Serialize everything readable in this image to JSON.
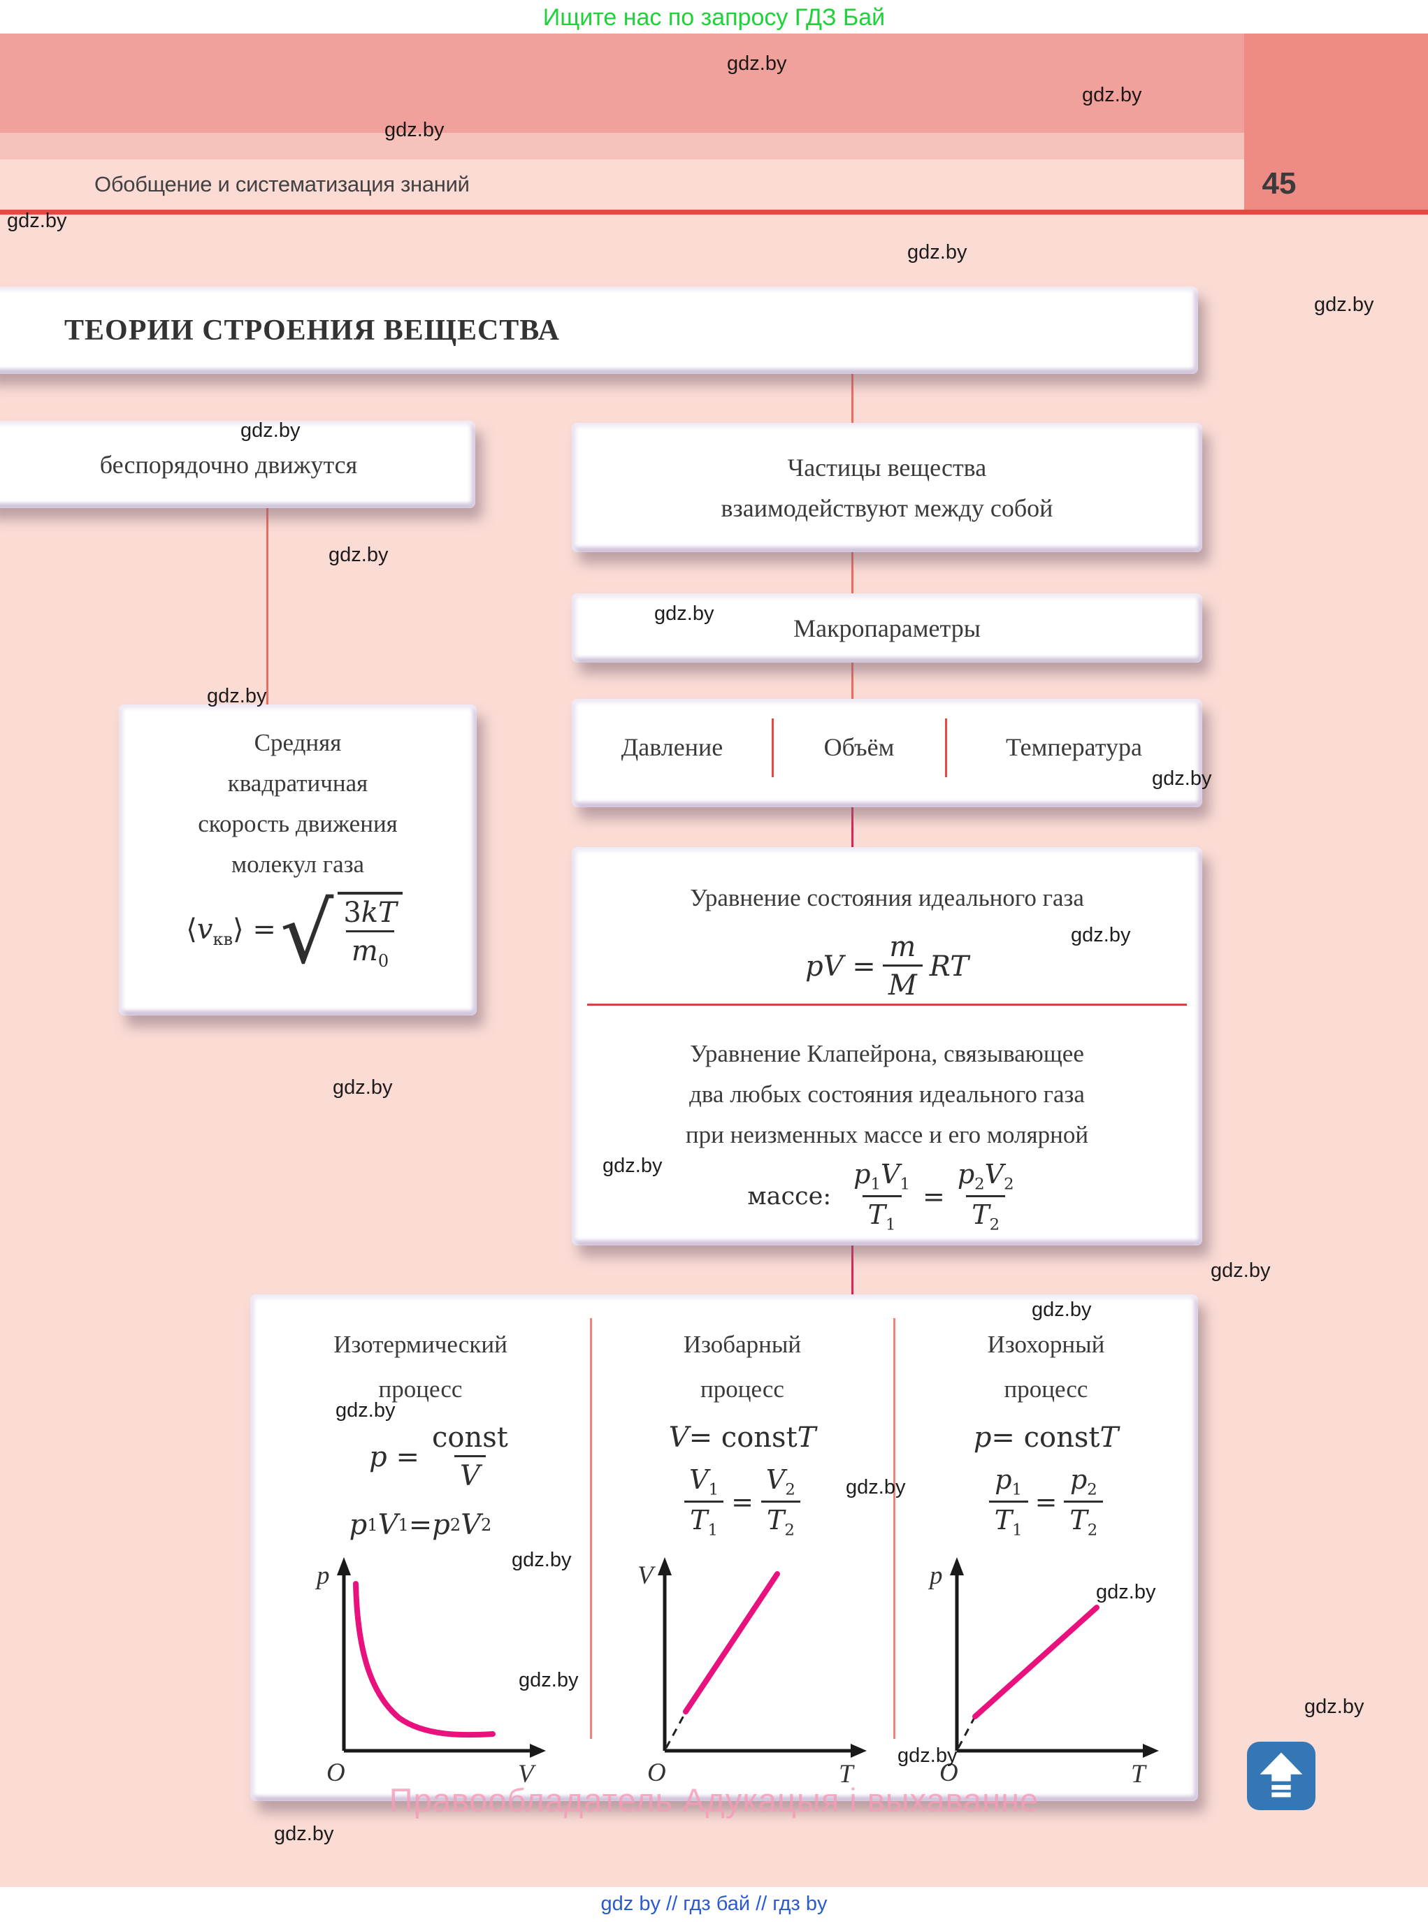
{
  "colors": {
    "page_bg": "#fbdcd5",
    "band1": "#f1a19b",
    "band2": "#f6c3bb",
    "band3": "#fcdbd4",
    "page_col": "#ef8b85",
    "rule_red": "#e04b43",
    "salmon_line": "#ea6d61",
    "crimson_line": "#d6255f",
    "box_divider": "#ef827a",
    "magenta": "#e8117d",
    "green": "#1fd23a",
    "footer_blue": "#2a5ad1",
    "pink_watermark": "#f79cb8",
    "icon_blue": "#3577b5",
    "text": "#3c3c3c"
  },
  "promo_top": "Ищите нас по запросу ГДЗ Бай",
  "watermark": "gdz.by",
  "header": {
    "title": "Обобщение и систематизация знаний",
    "page_number": "45"
  },
  "diagram": {
    "title": "ТЕОРИИ СТРОЕНИЯ ВЕЩЕСТВА",
    "random_motion": "беспорядочно движутся",
    "particles_line1": "Частицы вещества",
    "particles_line2": "взаимодействуют между собой",
    "macroparameters": "Макропараметры",
    "pressure": "Давление",
    "volume": "Объём",
    "temperature": "Температура",
    "rms": {
      "line1": "Средняя",
      "line2": "квадратичная",
      "line3": "скорость движения",
      "line4": "молекул газа",
      "lhs": "⟨<i>v</i><sub>кв</sub>⟩ =",
      "radical": "√",
      "num": "3<i>kT</i>",
      "den": "<i>m</i><sub>0</sub>"
    },
    "state": {
      "title": "Уравнение состояния идеального газа",
      "lhs": "<i>pV</i> =",
      "num": "<i>m</i>",
      "den": "<i>M</i>",
      "rhs": "<i>RT</i>",
      "clapeyron1": "Уравнение Клапейрона, связывающее",
      "clapeyron2": "два любых состояния идеального газа",
      "clapeyron3": "при неизменных массе и его молярной",
      "mass_label": "массе:",
      "f1num": "<i>p</i><sub>1</sub><i>V</i><sub>1</sub>",
      "f1den": "<i>T</i><sub>1</sub>",
      "eq": "=",
      "f2num": "<i>p</i><sub>2</sub><i>V</i><sub>2</sub>",
      "f2den": "<i>T</i><sub>2</sub>"
    },
    "processes": [
      {
        "title1": "Изотермический",
        "title2": "процесс",
        "eq1_lhs": "<i>p</i> =",
        "eq1_num": "const",
        "eq1_den": "<i>V</i>",
        "eq2": "<i>p</i><sub>1</sub><i>V</i><sub>1</sub> = <i>p</i><sub>2</sub><i>V</i><sub>2</sub>",
        "y_label": "p",
        "x_label": "V",
        "origin": "O"
      },
      {
        "title1": "Изобарный",
        "title2": "процесс",
        "eq1": "<i>V</i> = const <i>T</i>",
        "f1num": "<i>V</i><sub>1</sub>",
        "f1den": "<i>T</i><sub>1</sub>",
        "eq": "=",
        "f2num": "<i>V</i><sub>2</sub>",
        "f2den": "<i>T</i><sub>2</sub>",
        "y_label": "V",
        "x_label": "T",
        "origin": "O"
      },
      {
        "title1": "Изохорный",
        "title2": "процесс",
        "eq1": "<i>p</i> = const <i>T</i>",
        "f1num": "<i>p</i><sub>1</sub>",
        "f1den": "<i>T</i><sub>1</sub>",
        "eq": "=",
        "f2num": "<i>p</i><sub>2</sub>",
        "f2den": "<i>T</i><sub>2</sub>",
        "y_label": "p",
        "x_label": "T",
        "origin": "O"
      }
    ]
  },
  "footer": {
    "copyright": "Правообладатель Адукацыя і выхаванне",
    "links": "gdz by  //  гдз бай  //  гдз by"
  }
}
